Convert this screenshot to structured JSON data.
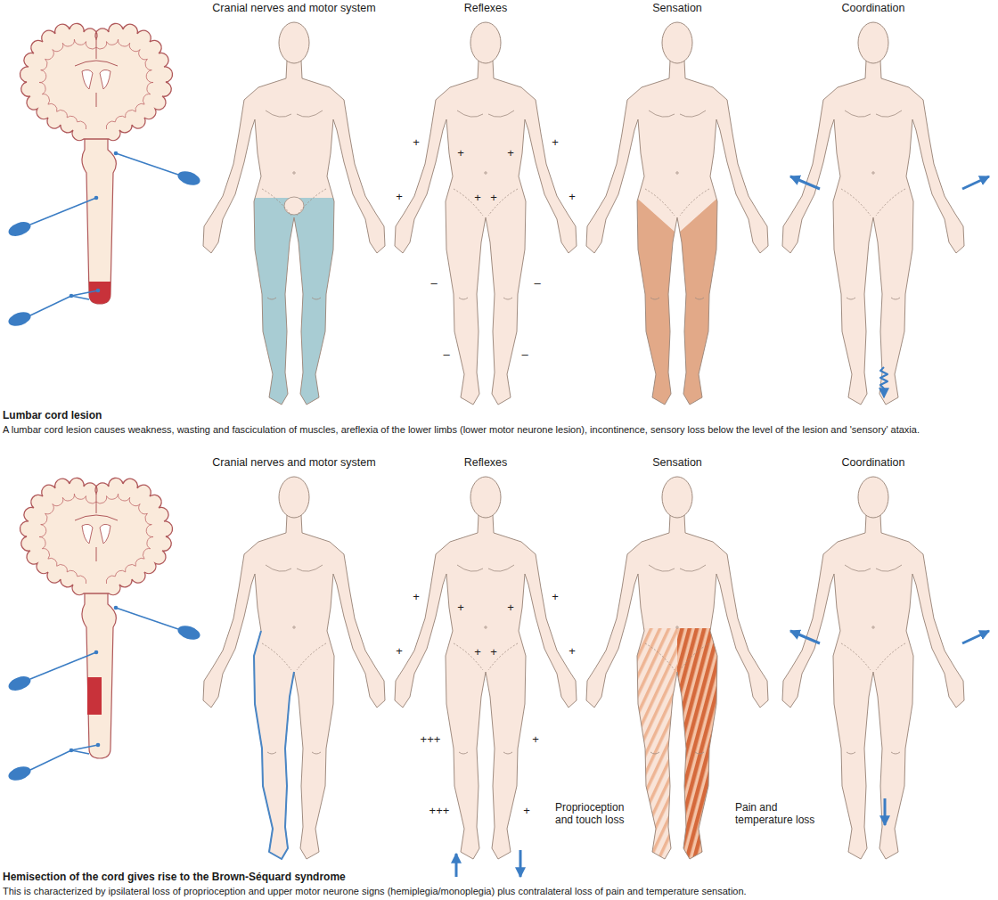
{
  "diagram": {
    "labels": [
      "Cranial nerves and motor system",
      "Reflexes",
      "Sensation",
      "Coordination",
      "+",
      "+",
      "+",
      "+",
      "+",
      "+",
      "+",
      "+",
      "–",
      "–",
      "–",
      "–",
      "Lumbar cord lesion",
      "A lumbar cord lesion causes weakness, wasting and fasciculation of muscles, areflexia of the lower limbs (lower motor neurone lesion), incontinence, sensory loss below the level of the lesion and 'sensory' ataxia.",
      "Cranial nerves and motor system",
      "Reflexes",
      "Sensation",
      "Coordination",
      "+",
      "+",
      "+",
      "+",
      "+",
      "+",
      "+",
      "+",
      "+++",
      "+",
      "+++",
      "+",
      "Proprioception and touch loss",
      "Pain and temperature loss",
      "Hemisection of the cord gives rise to the Brown-Séquard syndrome",
      "This is characterized by ipsilateral loss of proprioception and upper motor neurone signs (hemiplegia/monoplegia) plus contralateral loss of pain and temperature sensation."
    ]
  }
}
